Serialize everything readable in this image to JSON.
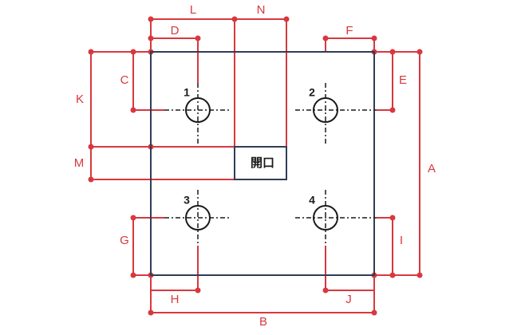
{
  "diagram": {
    "opening_label": "開口",
    "holes": [
      "1",
      "2",
      "3",
      "4"
    ],
    "dimensions": {
      "A": "A",
      "B": "B",
      "C": "C",
      "D": "D",
      "E": "E",
      "F": "F",
      "G": "G",
      "H": "H",
      "I": "I",
      "J": "J",
      "K": "K",
      "L": "L",
      "M": "M",
      "N": "N"
    }
  },
  "colors": {
    "dimension": "#d8383e",
    "plate": "#2f3d57",
    "hole": "#1a1a1a"
  }
}
